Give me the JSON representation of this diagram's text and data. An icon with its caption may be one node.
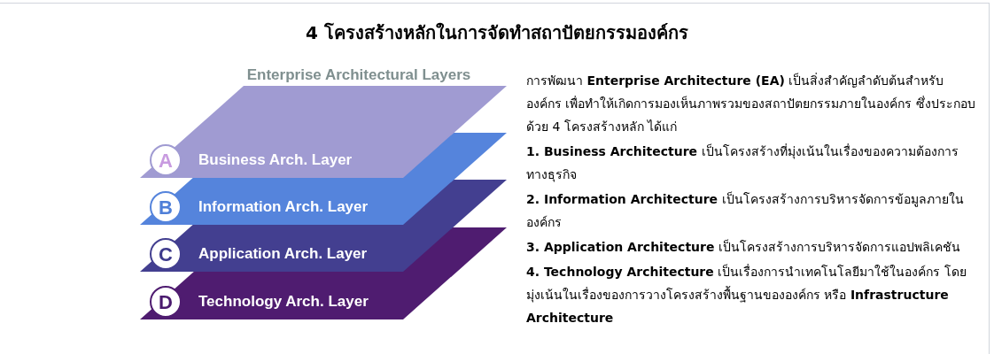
{
  "diagram": {
    "title": "4 โครงสร้างหลักในการจัดทำสถาปัตยกรรมองค์กร",
    "nodes": [
      {
        "text": [
          "A",
          "Business Arch. Layer"
        ]
      },
      {
        "text": [
          "B",
          "Information Arch. Layer"
        ]
      },
      {
        "text": [
          "C",
          "Application Arch. Layer"
        ]
      },
      {
        "text": [
          "D",
          "Technology Arch. Layer"
        ]
      }
    ],
    "labels": [
      "Enterprise Architectural Layers",
      "การพัฒนา **Enterprise Architecture (EA)** เป็นสิ่งสำคัญลำดับต้นสำหรับองค์กร เพื่อทำให้เกิดการมองเห็นภาพรวมของสถาปัตยกรรมภายในองค์กร ซึ่งประกอบด้วย 4 โครงสร้างหลัก ได้แก่",
      "**1. Business Architecture** เป็นโครงสร้างที่มุ่งเน้นในเรื่องของความต้องการทางธุรกิจ",
      "**2. Information Architecture** เป็นโครงสร้างการบริหารจัดการข้อมูลภายในองค์กร",
      "**3. Application Architecture** เป็นโครงสร้างการบริหารจัดการแอปพลิเคชัน",
      "**4. Technology Architecture** เป็นเรื่องการนำเทคโนโลยีมาใช้ในองค์กร โดยมุ่งเน้นในเรื่องของการวางโครงสร้างพื้นฐานขององค์กร หรือ **Infrastructure Architecture**"
    ]
  }
}
